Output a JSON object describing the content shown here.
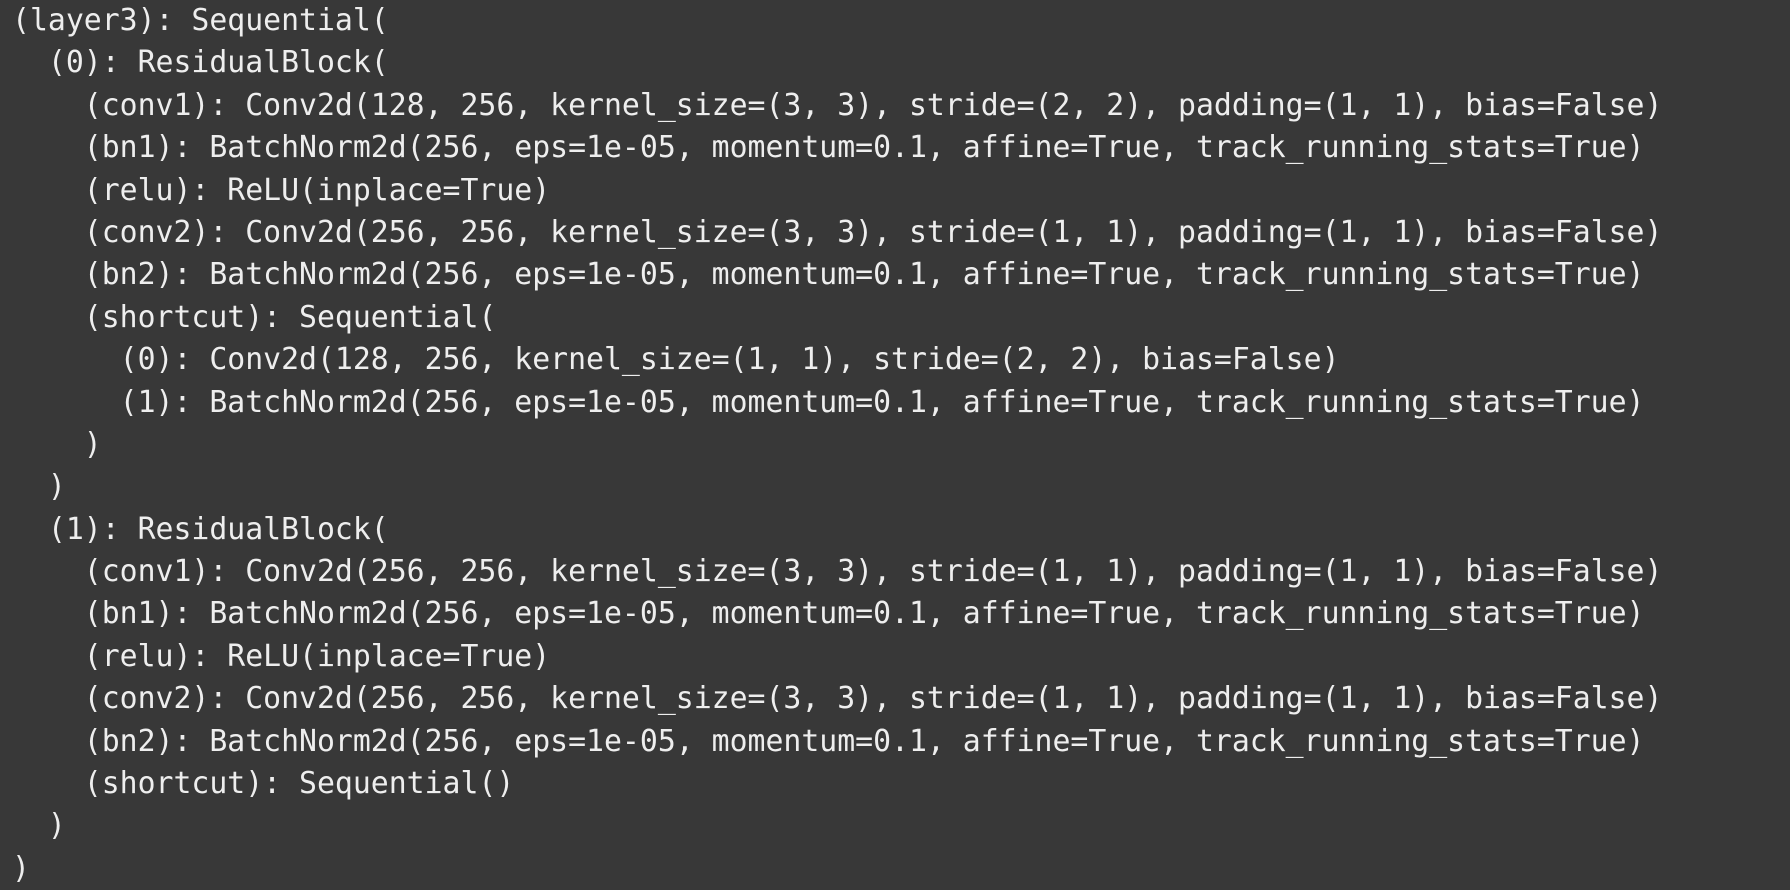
{
  "output": {
    "lines": [
      {
        "text": "(layer3): Sequential("
      },
      {
        "text": "  (0): ResidualBlock("
      },
      {
        "text": "    (conv1): Conv2d(128, 256, kernel_size=(3, 3), stride=(2, 2), padding=(1, 1), bias=False)"
      },
      {
        "text": "    (bn1): BatchNorm2d(256, eps=1e-05, momentum=0.1, affine=True, track_running_stats=True)"
      },
      {
        "text": "    (relu): ReLU(inplace=True)"
      },
      {
        "text": "    (conv2): Conv2d(256, 256, kernel_size=(3, 3), stride=(1, 1), padding=(1, 1), bias=False)"
      },
      {
        "text": "    (bn2): BatchNorm2d(256, eps=1e-05, momentum=0.1, affine=True, track_running_stats=True)"
      },
      {
        "text": "    (shortcut): Sequential("
      },
      {
        "text": "      (0): Conv2d(128, 256, kernel_size=(1, 1), stride=(2, 2), bias=False)"
      },
      {
        "text": "      (1): BatchNorm2d(256, eps=1e-05, momentum=0.1, affine=True, track_running_stats=True)"
      },
      {
        "text": "    )"
      },
      {
        "text": "  )"
      },
      {
        "text": "  (1): ResidualBlock("
      },
      {
        "text": "    (conv1): Conv2d(256, 256, kernel_size=(3, 3), stride=(1, 1), padding=(1, 1), bias=False)"
      },
      {
        "text": "    (bn1): BatchNorm2d(256, eps=1e-05, momentum=0.1, affine=True, track_running_stats=True)"
      },
      {
        "text": "    (relu): ReLU(inplace=True)"
      },
      {
        "text": "    (conv2): Conv2d(256, 256, kernel_size=(3, 3), stride=(1, 1), padding=(1, 1), bias=False)"
      },
      {
        "text": "    (bn2): BatchNorm2d(256, eps=1e-05, momentum=0.1, affine=True, track_running_stats=True)"
      },
      {
        "text": "    (shortcut): Sequential()"
      },
      {
        "text": "  )"
      },
      {
        "text": ")"
      }
    ]
  },
  "colors": {
    "background": "#383838",
    "text": "#eeeeee"
  }
}
